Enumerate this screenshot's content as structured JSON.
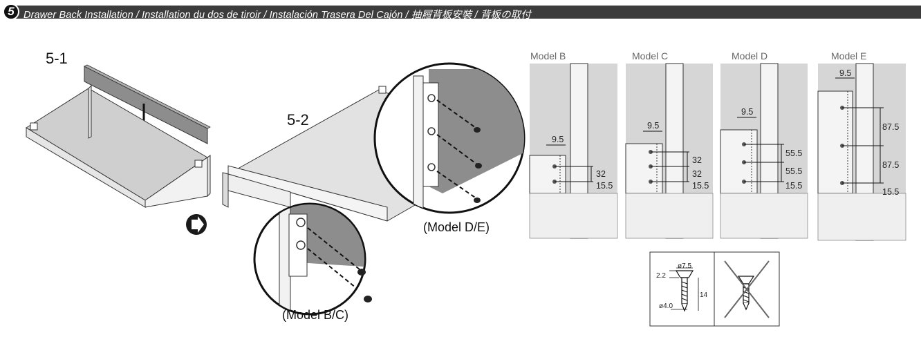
{
  "header": {
    "step_number": "5",
    "title": "Drawer Back Installation / Installation du dos de tiroir / Instalación Trasera Del Cajón /  抽屜背板安裝 / 背板の取付"
  },
  "steps": {
    "step1": "5-1",
    "step2": "5-2"
  },
  "captions": {
    "model_bc": "(Model B/C)",
    "model_de": "(Model D/E)"
  },
  "models": [
    {
      "name": "Model B",
      "dims": [
        "9.5",
        "32",
        "15.5"
      ]
    },
    {
      "name": "Model C",
      "dims": [
        "9.5",
        "32",
        "32",
        "15.5"
      ]
    },
    {
      "name": "Model D",
      "dims": [
        "9.5",
        "55.5",
        "55.5",
        "15.5"
      ]
    },
    {
      "name": "Model E",
      "dims": [
        "9.5",
        "87.5",
        "87.5",
        "15.5"
      ]
    }
  ],
  "screen_spec": {
    "head_diameter": "ø7.5",
    "head_height": "2.2",
    "shank_diameter": "ø4.0",
    "length": "14"
  },
  "icons": [
    "next-arrow-icon",
    "screw-icon",
    "crossed-out-screw-icon"
  ]
}
